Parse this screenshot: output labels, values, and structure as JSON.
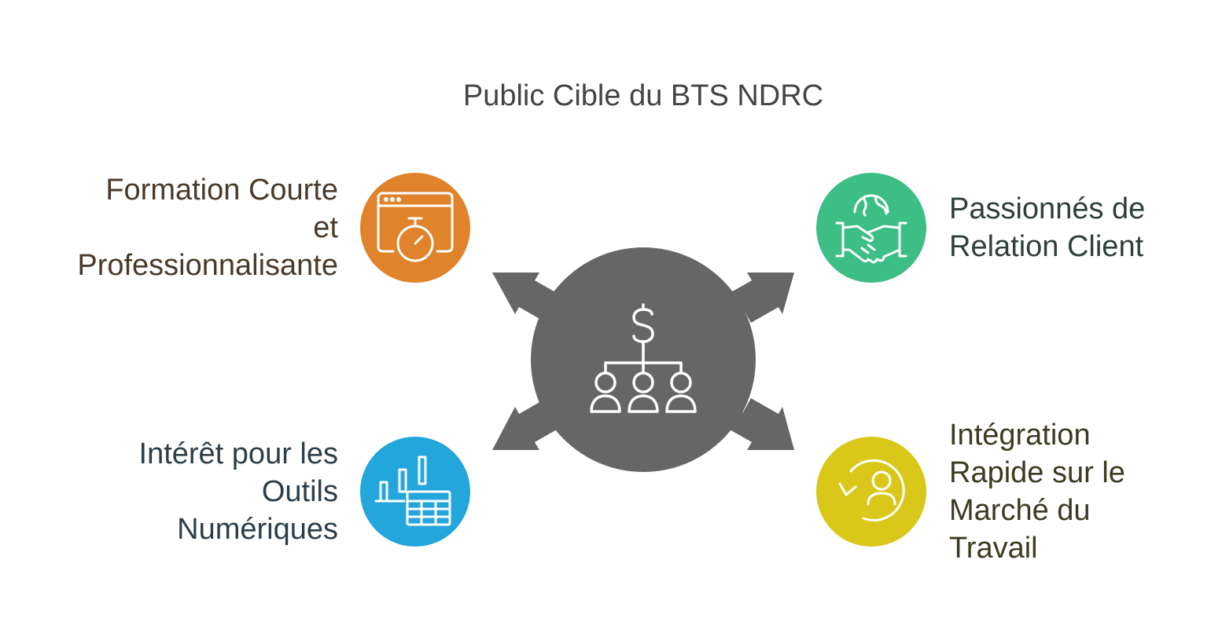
{
  "title": "Public Cible du BTS NDRC",
  "center": {
    "icon": "org-chart-dollar-icon",
    "color": "#666666"
  },
  "items": [
    {
      "label": "Formation Courte\net\nProfessionnalisante",
      "color": "#E0832A",
      "text_color": "#4A3A2A",
      "icon": "browser-stopwatch-icon"
    },
    {
      "label": "Passionnés de\nRelation Client",
      "color": "#3DBE84",
      "text_color": "#2F3F3A",
      "icon": "globe-handshake-icon"
    },
    {
      "label": "Intérêt pour les\nOutils\nNumériques",
      "color": "#23A6DB",
      "text_color": "#2D3E4A",
      "icon": "chart-table-icon"
    },
    {
      "label": "Intégration\nRapide sur le\nMarché du\nTravail",
      "color": "#D9C81A",
      "text_color": "#3D3A22",
      "icon": "person-refresh-icon"
    }
  ]
}
